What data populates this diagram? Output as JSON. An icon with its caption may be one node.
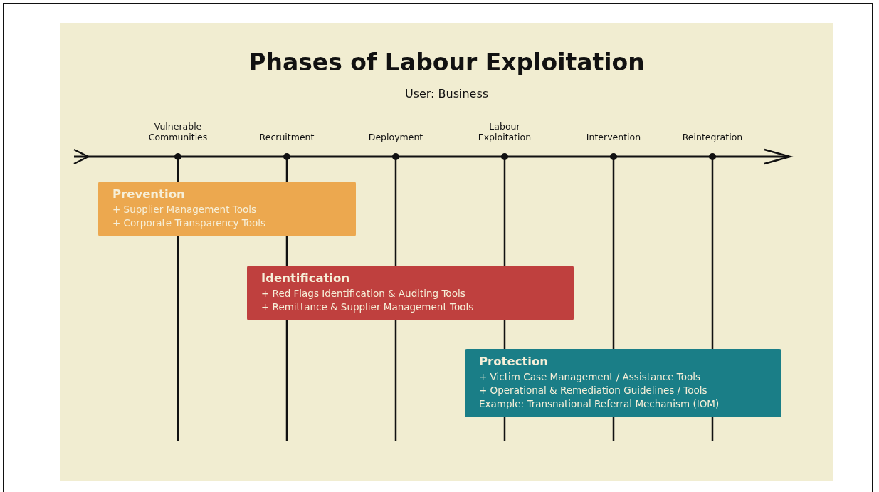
{
  "diagram": {
    "title": "Phases of Labour Exploitation",
    "nodes": [
      {
        "text": [
          "Prevention",
          "+ Supplier Management Tools",
          "+ Corporate Transparency Tools"
        ]
      },
      {
        "text": [
          "Identification",
          "+ Red Flags Identification & Auditing Tools",
          "+ Remittance & Supplier Management Tools"
        ]
      },
      {
        "text": [
          "Protection",
          "+ Victim Case Management / Assistance Tools",
          "+ Operational & Remediation Guidelines / Tools",
          "Example: Transnational Referral Mechanism (IOM)"
        ]
      }
    ],
    "edges": [],
    "labels": [
      "User: Business",
      "Vulnerable Communities",
      "Recruitment",
      "Deployment",
      "Labour Exploitation",
      "Intervention",
      "Reintegration"
    ]
  }
}
